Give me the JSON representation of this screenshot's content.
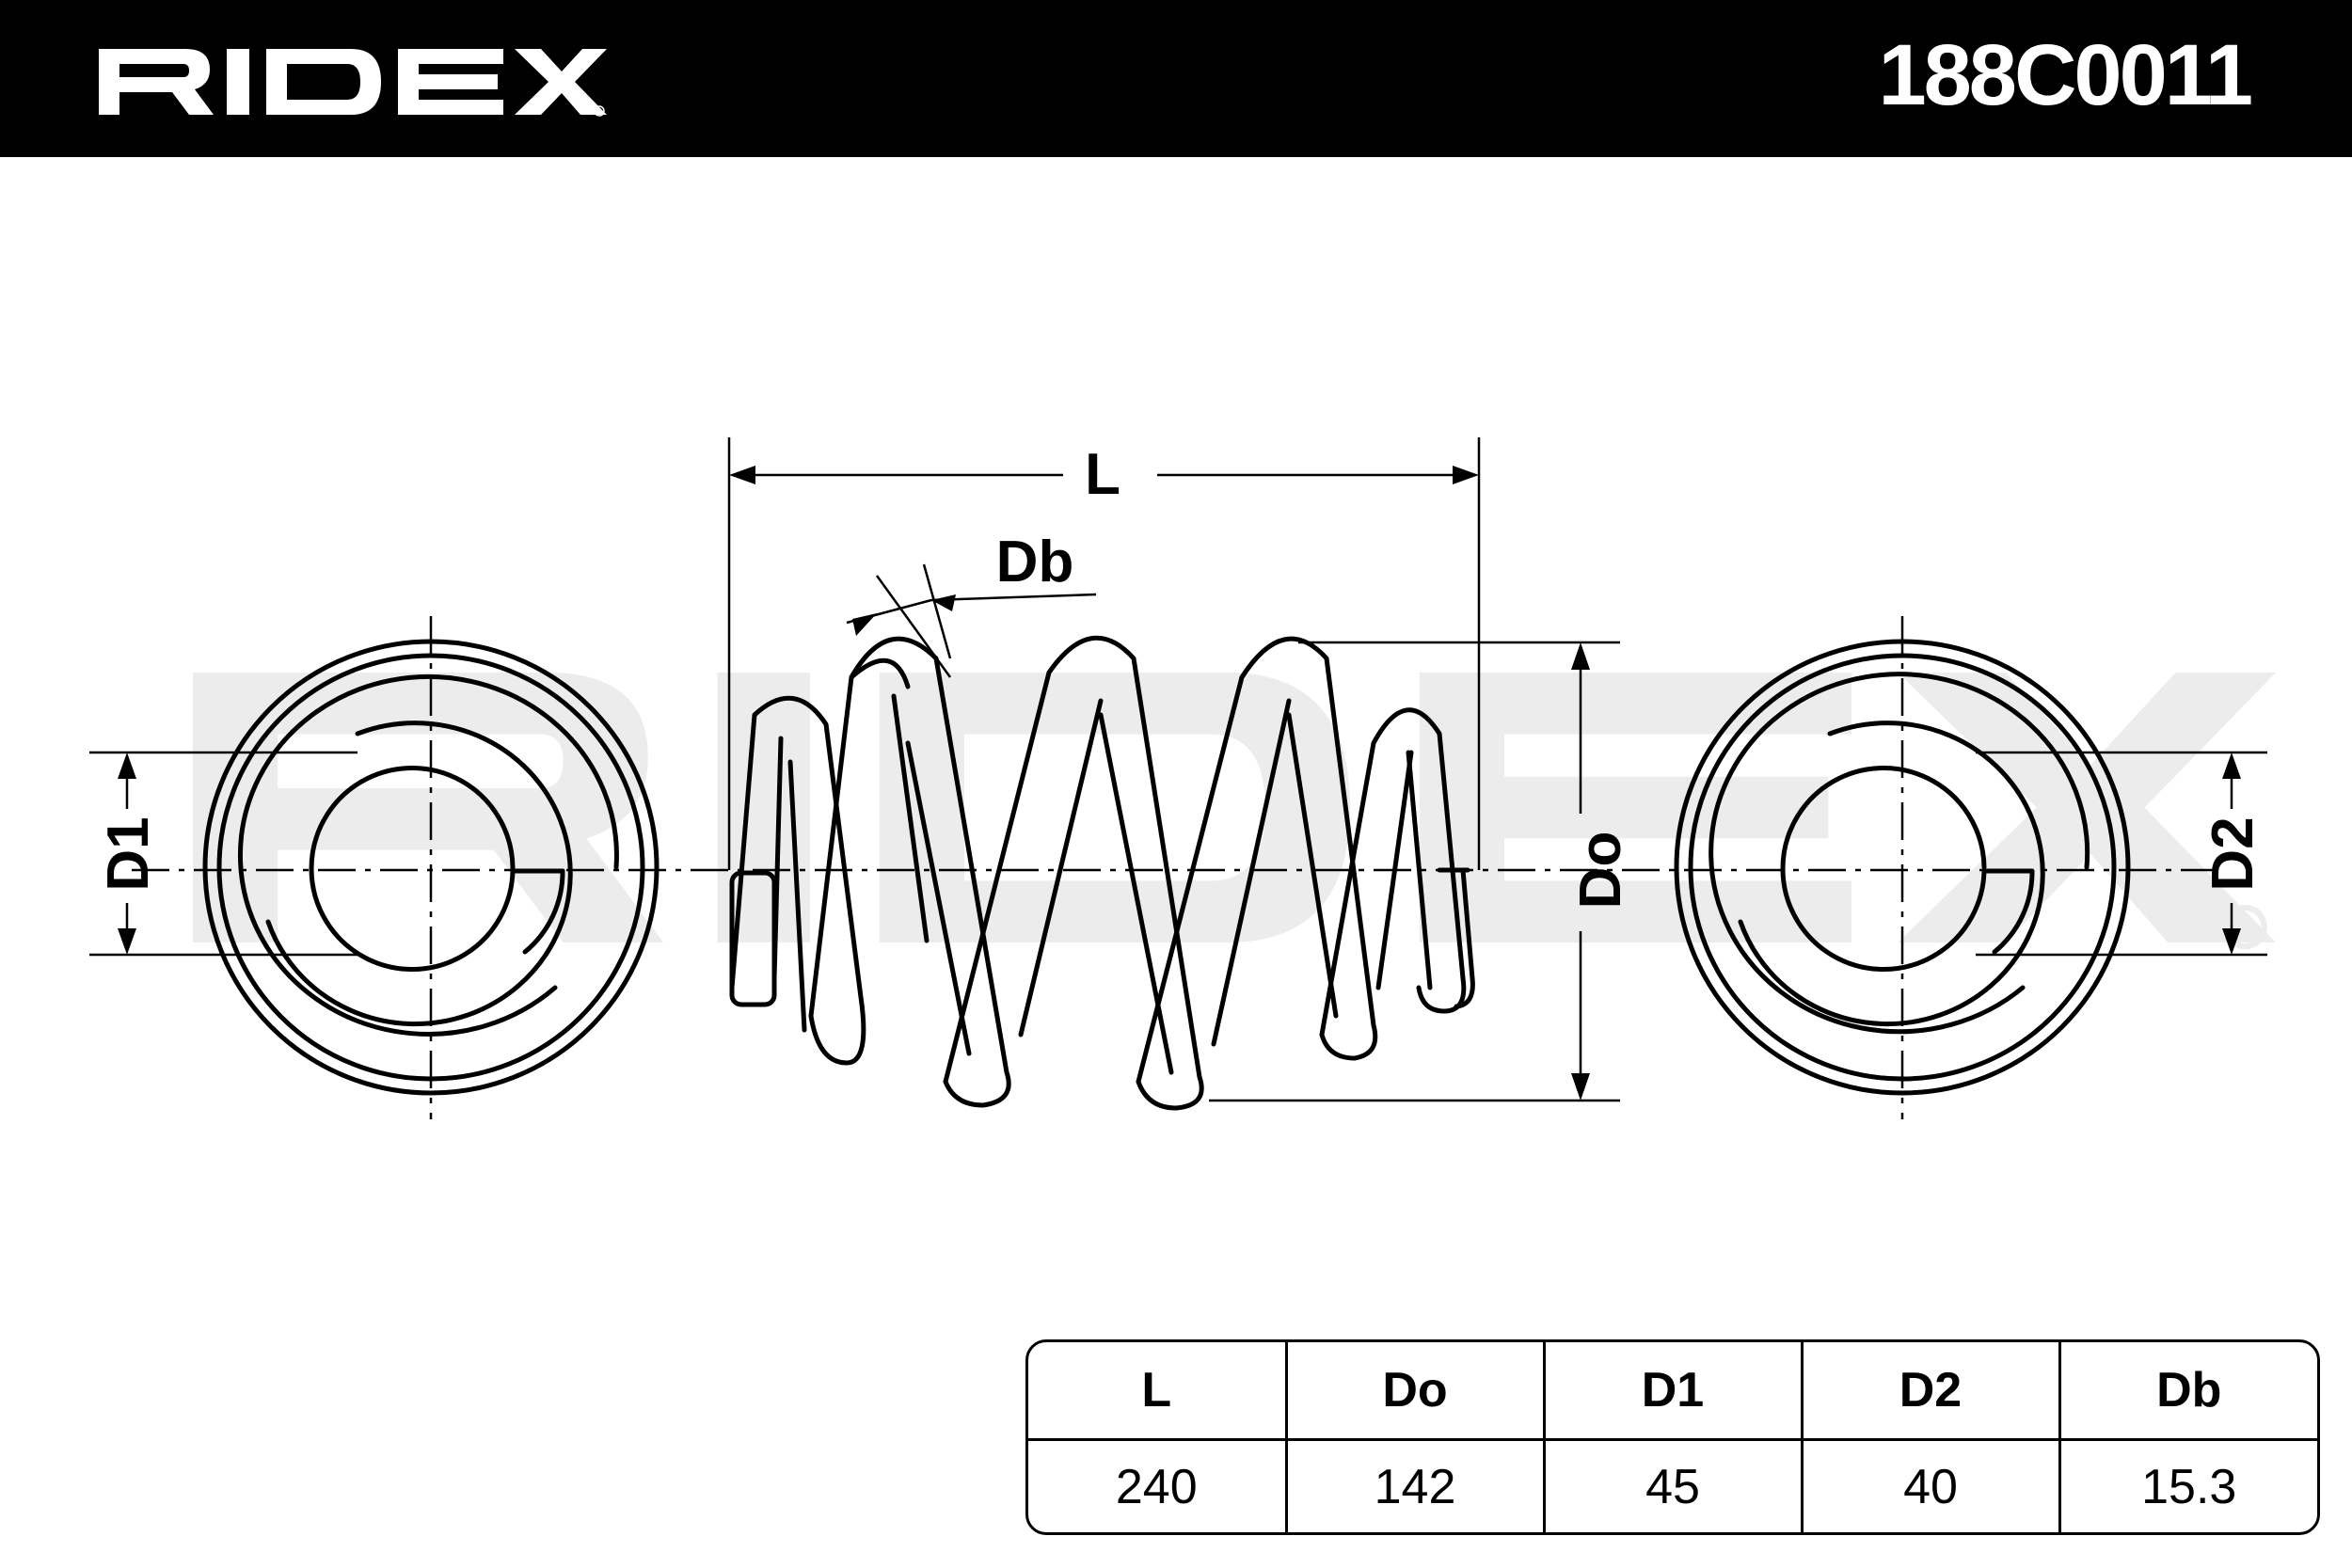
{
  "header": {
    "brand": "RIDEX",
    "part_number": "188C0011"
  },
  "drawing": {
    "watermark": "RIDEX",
    "labels": {
      "length": "L",
      "wire_diameter": "Db",
      "outer_diameter": "Do",
      "end_diameter_1": "D1",
      "end_diameter_2": "D2"
    }
  },
  "spec_table": {
    "headers": [
      "L",
      "Do",
      "D1",
      "D2",
      "Db"
    ],
    "values": [
      "240",
      "142",
      "45",
      "40",
      "15.3"
    ]
  },
  "colors": {
    "header_bg": "#000000",
    "header_text": "#ffffff",
    "line": "#000000",
    "watermark": "#ececec"
  }
}
